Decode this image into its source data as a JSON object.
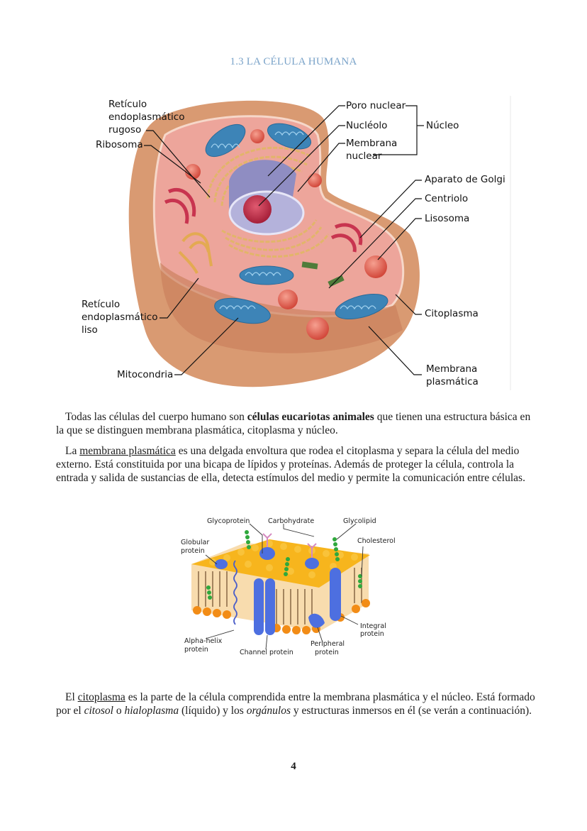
{
  "header": {
    "title": "1.3 LA CÉLULA HUMANA"
  },
  "figure_cell": {
    "labels": {
      "rer_1": "Retículo",
      "rer_2": "endoplasmático",
      "rer_3": "rugoso",
      "ribosoma": "Ribosoma",
      "poro_nuclear": "Poro nuclear",
      "nucleolo": "Nucléolo",
      "membrana_nuclear_1": "Membrana",
      "membrana_nuclear_2": "nuclear",
      "nucleo": "Núcleo",
      "golgi": "Aparato de Golgi",
      "centriolo": "Centriolo",
      "lisosoma": "Lisosoma",
      "rel_1": "Retículo",
      "rel_2": "endoplasmático",
      "rel_3": "liso",
      "citoplasma": "Citoplasma",
      "mitocondria": "Mitocondria",
      "membrana_plasmatica_1": "Membrana",
      "membrana_plasmatica_2": "plasmática"
    },
    "colors": {
      "outer": "#d9916a",
      "cytoplasm": "#eba39a",
      "mitochondria": "#3f86b8",
      "lysosome": "#e0604e",
      "nucleus": "#9b9ac8",
      "nucleolus": "#c23048",
      "golgi": "#c8354e",
      "er": "#e6c07a"
    }
  },
  "paragraph_1": {
    "before": "Todas las células del cuerpo humano son ",
    "bold": "células eucariotas animales",
    "after": " que tienen una estructura básica en la que se distinguen membrana plasmática, citoplasma y núcleo."
  },
  "paragraph_2": {
    "before": "La ",
    "underlined": "membrana plasmática",
    "after": " es una delgada envoltura que rodea el citoplasma y separa la célula del medio externo. Está constituida por una bicapa de lípidos y proteínas. Además de proteger la célula, controla la entrada y salida de sustancias de ella, detecta estímulos del medio y permite la comunicación entre células."
  },
  "figure_membrane": {
    "labels": {
      "glycoprotein": "Glycoprotein",
      "carbohydrate": "Carbohydrate",
      "glycolipid": "Glycolipid",
      "globular_1": "Globular",
      "globular_2": "protein",
      "cholesterol": "Cholesterol",
      "integral_1": "Integral",
      "integral_2": "protein",
      "alpha_1": "Alpha-helix",
      "alpha_2": "protein",
      "channel": "Channel protein",
      "peripheral_1": "Peripheral",
      "peripheral_2": "protein"
    },
    "colors": {
      "heads": "#f6b21c",
      "heads_lower": "#f28a14",
      "protein": "#4d6fe0",
      "glyco_chain": "#2fa83c",
      "carbohydrate": "#d58ac0"
    }
  },
  "paragraph_3": {
    "s1": "El ",
    "underlined": "citoplasma",
    "s2": " es la parte de la célula comprendida entre la membrana plasmática y el núcleo. Está formado por el ",
    "i1": "citosol",
    "s3": " o ",
    "i2": "hialoplasma",
    "s4": " (líquido) y los ",
    "i3": "orgánulos",
    "s5": " y estructuras inmersos en él (se verán a continuación)."
  },
  "footer": {
    "page_number": "4"
  }
}
